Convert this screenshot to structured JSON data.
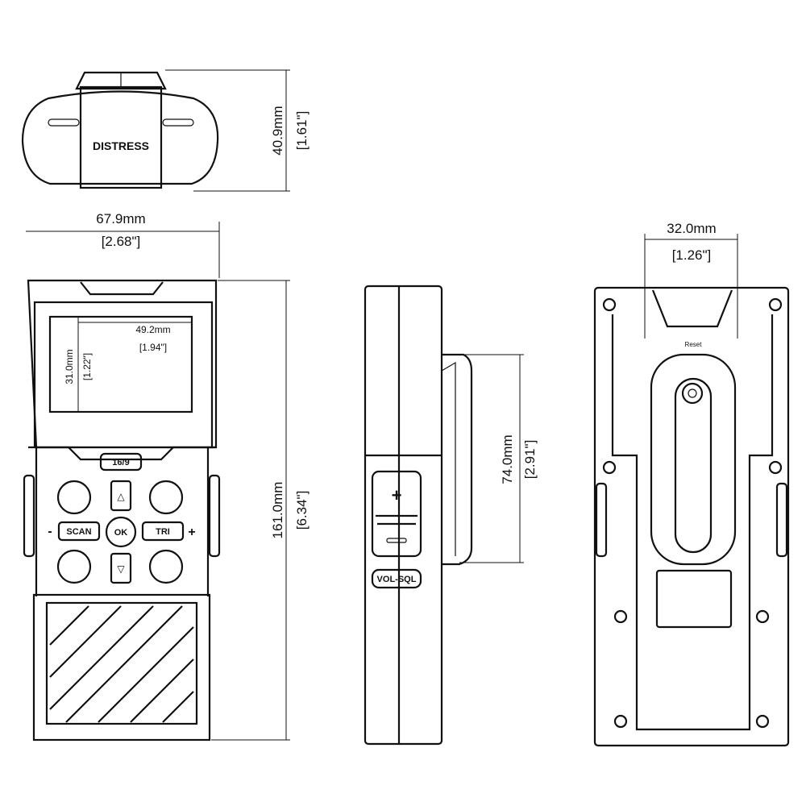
{
  "top_view": {
    "label": "DISTRESS",
    "height_mm": "40.9mm",
    "height_in": "[1.61\"]"
  },
  "front_view": {
    "width_mm": "67.9mm",
    "width_in": "[2.68\"]",
    "height_mm": "161.0mm",
    "height_in": "[6.34\"]",
    "screen_width_mm": "49.2mm",
    "screen_width_in": "[1.94\"]",
    "screen_height_mm": "31.0mm",
    "screen_height_in": "[1.22\"]",
    "buttons": {
      "top": "16/9",
      "left": "SCAN",
      "center": "OK",
      "right": "TRI",
      "minus": "-",
      "plus": "+"
    }
  },
  "side_view": {
    "clip_height_mm": "74.0mm",
    "clip_height_in": "[2.91\"]",
    "volume_label": "VOL-SQL"
  },
  "back_view": {
    "clip_width_mm": "32.0mm",
    "clip_width_in": "[1.26\"]",
    "reset_label": "Reset"
  }
}
